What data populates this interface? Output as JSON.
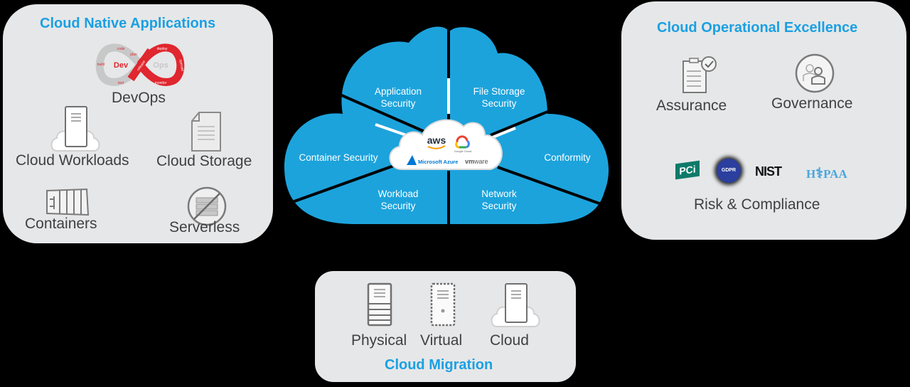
{
  "cloud_native": {
    "title": "Cloud Native Applications",
    "devops": {
      "label": "DevOps",
      "dev": "Dev",
      "ops": "Ops",
      "dev_steps": [
        "code",
        "build",
        "test",
        "plan"
      ],
      "ops_steps": [
        "release",
        "deploy",
        "operate",
        "monitor"
      ]
    },
    "items": [
      {
        "label": "Cloud Workloads",
        "icon": "cloud-server-icon"
      },
      {
        "label": "Cloud Storage",
        "icon": "document-icon"
      },
      {
        "label": "Containers",
        "icon": "container-icon"
      },
      {
        "label": "Serverless",
        "icon": "serverless-icon"
      }
    ]
  },
  "security_cloud": {
    "segments": [
      {
        "line1": "Application",
        "line2": "Security"
      },
      {
        "line1": "File Storage",
        "line2": "Security"
      },
      {
        "line1": "Container Security",
        "line2": ""
      },
      {
        "line1": "Conformity",
        "line2": ""
      },
      {
        "line1": "Workload",
        "line2": "Security"
      },
      {
        "line1": "Network",
        "line2": "Security"
      }
    ],
    "providers": {
      "aws": "aws",
      "google": "Google Cloud",
      "azure": "Microsoft Azure",
      "vmware_a": "vm",
      "vmware_b": "ware"
    },
    "colors": {
      "segment": "#1ca3dc",
      "center": "#ffffff"
    }
  },
  "operational": {
    "title": "Cloud Operational Excellence",
    "assurance": "Assurance",
    "governance": "Governance",
    "compliance": {
      "label": "Risk & Compliance",
      "badges": {
        "pci": "PCi",
        "gdpr": "GDPR",
        "nist": "NIST",
        "hipaa_h": "H",
        "hipaa_rest": "PAA"
      }
    }
  },
  "migration": {
    "title": "Cloud Migration",
    "items": [
      "Physical",
      "Virtual",
      "Cloud"
    ]
  },
  "colors": {
    "accent": "#1ba0e2",
    "panel": "#e6e7e8",
    "devops_red": "#e0262e"
  }
}
